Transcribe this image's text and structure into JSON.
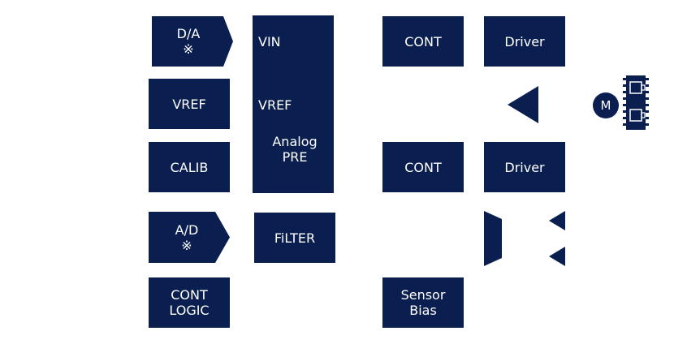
{
  "colors": {
    "block_fill": "#0a1f4f",
    "text": "#ffffff",
    "background": "#ffffff"
  },
  "blocks": {
    "da": {
      "line1": "D/A",
      "line2": "※"
    },
    "vref": {
      "label": "VREF"
    },
    "calib": {
      "label": "CALIB"
    },
    "ad": {
      "line1": "A/D",
      "line2": "※"
    },
    "cont_logic": {
      "line1": "CONT",
      "line2": "LOGIC"
    },
    "analog_pre": {
      "pin_vin": "VIN",
      "pin_vref": "VREF",
      "line1": "Analog",
      "line2": "PRE"
    },
    "filter": {
      "label": "FiLTER"
    },
    "cont_top": {
      "label": "CONT"
    },
    "cont_mid": {
      "label": "CONT"
    },
    "sensor_bias": {
      "line1": "Sensor",
      "line2": "Bias"
    },
    "driver_top": {
      "label": "Driver"
    },
    "driver_mid": {
      "label": "Driver"
    }
  },
  "motor": {
    "label": "M"
  },
  "icons": {
    "buffer_triangle": "triangle-left-icon",
    "mux_shape": "trapezoid-mux-icon",
    "small_triangle_top": "triangle-left-small-icon",
    "small_triangle_bottom": "triangle-left-small-icon",
    "motor": "motor-circle-icon",
    "sensor_chip": "sensor-chip-icon"
  }
}
